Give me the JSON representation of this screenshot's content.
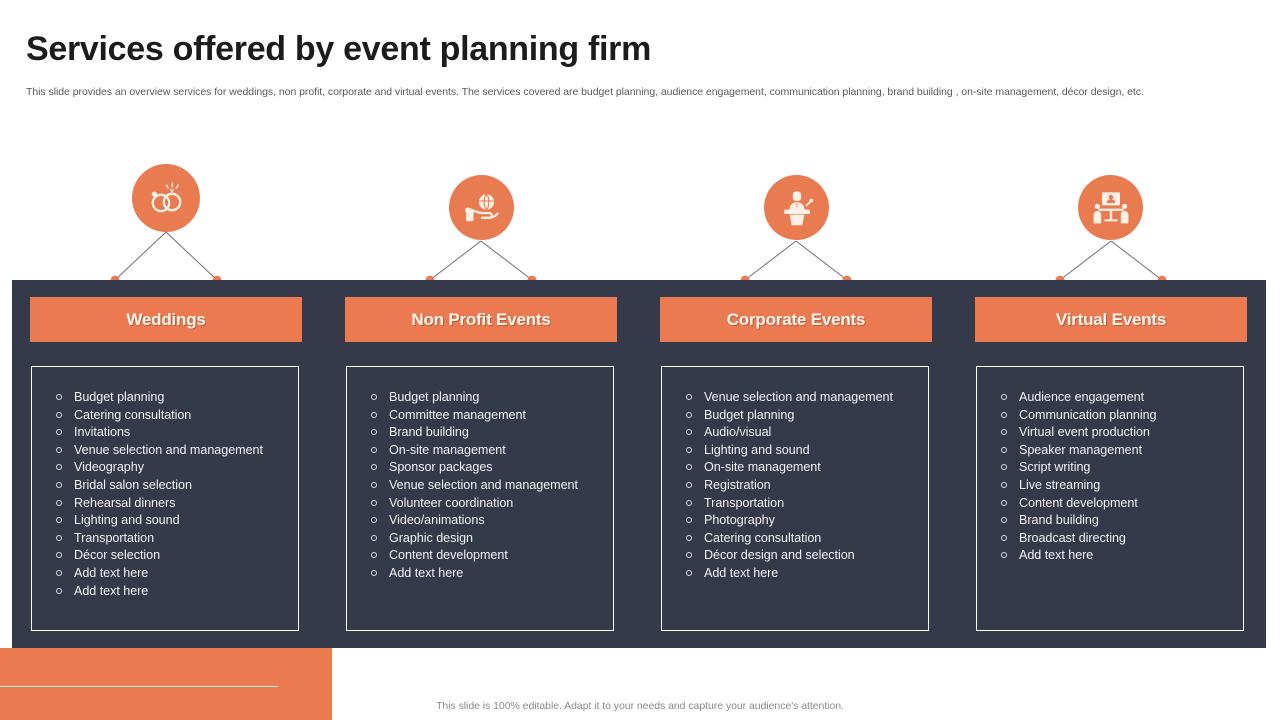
{
  "slide": {
    "title": "Services offered by event planning firm",
    "subtitle": "This slide provides an overview services for weddings, non profit, corporate and virtual events. The services covered are budget planning, audience engagement, communication planning, brand building , on-site management, décor design, etc.",
    "footer_note": "This slide is 100% editable. Adapt it to your needs and capture your audience's attention."
  },
  "colors": {
    "accent_orange": "#ea7a50",
    "header_orange": "#ec7a51",
    "panel_dark": "#353a4a",
    "list_text": "#f2f2f2",
    "title_text": "#1c1c1c",
    "subtitle_text": "#5a5a5a",
    "connector_line": "#6b6f7c",
    "dot": "#e97b50",
    "box_border": "#ffffff"
  },
  "columns": [
    {
      "id": "weddings",
      "title": "Weddings",
      "icon": "wedding-rings-icon",
      "items": [
        "Budget planning",
        "Catering consultation",
        "Invitations",
        "Venue selection and management",
        "Videography",
        "Bridal salon selection",
        "Rehearsal dinners",
        "Lighting and sound",
        "Transportation",
        "Décor selection",
        "Add text here",
        "Add text here"
      ]
    },
    {
      "id": "non-profit-events",
      "title": "Non Profit Events",
      "icon": "hand-holding-globe-icon",
      "items": [
        "Budget planning",
        "Committee management",
        "Brand building",
        "On-site management",
        "Sponsor packages",
        "Venue selection and management",
        "Volunteer coordination",
        "Video/animations",
        "Graphic design",
        "Content development",
        "Add text here"
      ]
    },
    {
      "id": "corporate-events",
      "title": "Corporate Events",
      "icon": "podium-speaker-icon",
      "items": [
        "Venue selection and management",
        "Budget planning",
        "Audio/visual",
        "Lighting and sound",
        "On-site management",
        "Registration",
        "Transportation",
        "Photography",
        "Catering consultation",
        "Décor design and selection",
        "Add text here"
      ]
    },
    {
      "id": "virtual-events",
      "title": "Virtual Events",
      "icon": "video-conference-icon",
      "items": [
        "Audience engagement",
        "Communication planning",
        "Virtual event production",
        "Speaker management",
        "Script writing",
        "Live streaming",
        "Content development",
        "Brand building",
        "Broadcast directing",
        "Add text here"
      ]
    }
  ]
}
